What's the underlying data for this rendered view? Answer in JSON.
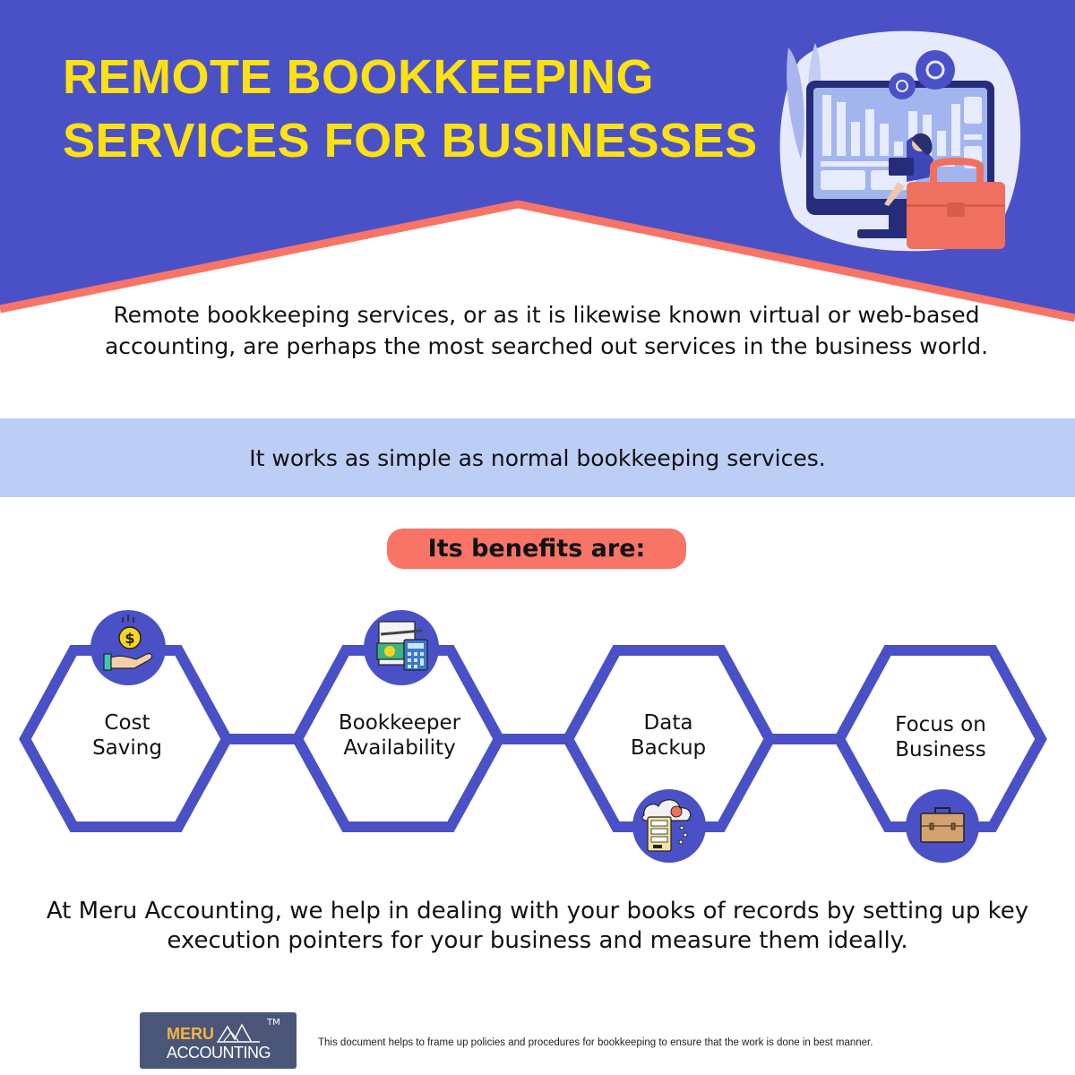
{
  "header": {
    "title_line1": "REMOTE BOOKKEEPING",
    "title_line2": "SERVICES FOR BUSINESSES",
    "illustration": "woman-on-laptop-with-monitor-chart-gears-briefcase"
  },
  "intro": {
    "text": "Remote bookkeeping services, or as it is likewise known virtual or web-based accounting, are perhaps the most searched out services in the business world."
  },
  "band": {
    "text": "It works as simple as normal bookkeeping services."
  },
  "benefits": {
    "heading": "Its benefits are:",
    "items": [
      {
        "line1": "Cost",
        "line2": "Saving",
        "icon": "money-hand-icon",
        "icon_position": "top"
      },
      {
        "line1": "Bookkeeper",
        "line2": "Availability",
        "icon": "calculator-document-icon",
        "icon_position": "top"
      },
      {
        "line1": "Data",
        "line2": "Backup",
        "icon": "cloud-server-icon",
        "icon_position": "bottom"
      },
      {
        "line1": "Focus on",
        "line2": "Business",
        "icon": "briefcase-icon",
        "icon_position": "bottom"
      }
    ]
  },
  "closing": {
    "text": "At Meru Accounting, we help in dealing with your books of records by setting up key execution pointers for your business and measure them ideally."
  },
  "footer": {
    "logo_word1": "MERU",
    "logo_word2": "ACCOUNTING",
    "logo_tm": "TM",
    "note": "This document helps to frame up policies and procedures for bookkeeping to ensure that the work is done in best manner."
  },
  "colors": {
    "primary_blue": "#4a51c6",
    "title_yellow": "#fde110",
    "accent_coral": "#f77467",
    "band_blue": "#bccdf6",
    "logo_slate": "#4a5678"
  }
}
